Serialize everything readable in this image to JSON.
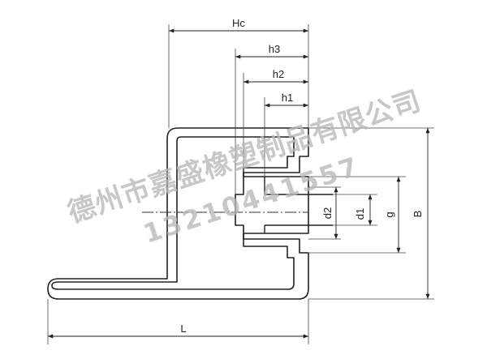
{
  "diagram": {
    "labels": {
      "hc": "Hc",
      "h3": "h3",
      "h2": "h2",
      "h1": "h1",
      "d2": "d2",
      "d1": "d1",
      "g": "g",
      "b": "B",
      "l": "L"
    }
  },
  "watermark": {
    "company": "德州市嘉盛橡塑制品有限公司",
    "phone": "13210441557"
  }
}
